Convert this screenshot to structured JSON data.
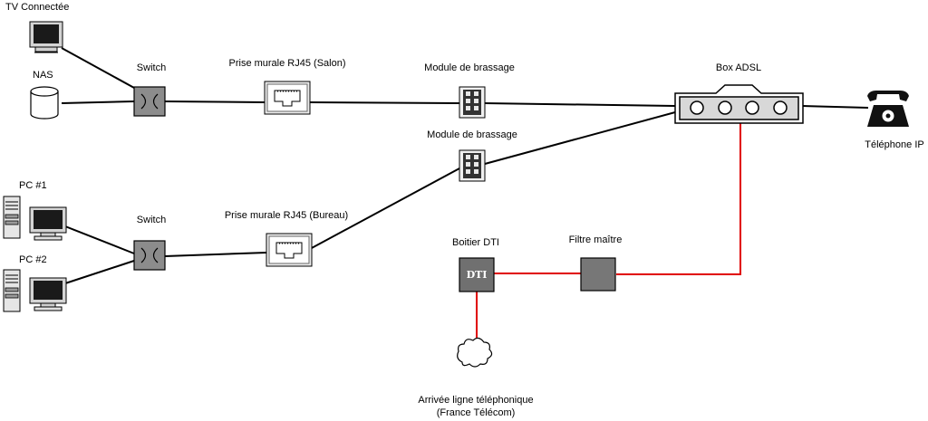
{
  "labels": {
    "tv": "TV Connectée",
    "nas": "NAS",
    "switch_top": "Switch",
    "rj45_salon": "Prise murale RJ45 (Salon)",
    "module_top": "Module de brassage",
    "box": "Box ADSL",
    "module_bottom": "Module de brassage",
    "telephone_ip": "Téléphone IP",
    "pc1": "PC #1",
    "pc2": "PC #2",
    "switch_bottom": "Switch",
    "rj45_bureau": "Prise murale RJ45 (Bureau)",
    "dti_box": "Boitier DTI",
    "filter": "Filtre maître",
    "arrival_line1": "Arrivée ligne téléphonique",
    "arrival_line2": "(France Télécom)"
  },
  "dti_symbol_text": "DTI",
  "colors": {
    "ethernet": "#000000",
    "phone_line": "#e00000",
    "device_grey": "#7f7f7f",
    "switch_grey": "#8c8c8c",
    "dark_box": "#707070"
  }
}
